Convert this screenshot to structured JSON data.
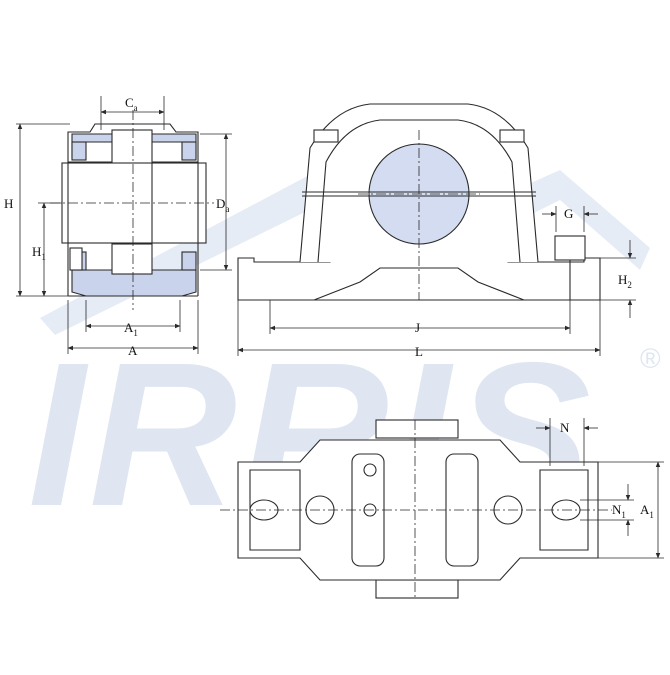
{
  "watermark": {
    "text": "IRRIS",
    "mark": "®",
    "color": "#dfe6f1"
  },
  "colors": {
    "line": "#2a2a2a",
    "housing": "#ffffff",
    "bearing_fill": "#c9d3ec",
    "shaft_fill": "#ffffff",
    "ball_fill": "#d3dcf0"
  },
  "dimensions": {
    "Ca": {
      "main": "C",
      "sub": "a"
    },
    "Da": {
      "main": "D",
      "sub": "a"
    },
    "H": {
      "main": "H",
      "sub": ""
    },
    "H1": {
      "main": "H",
      "sub": "1"
    },
    "A1_side": {
      "main": "A",
      "sub": "1"
    },
    "A": {
      "main": "A",
      "sub": ""
    },
    "G": {
      "main": "G",
      "sub": ""
    },
    "H2": {
      "main": "H",
      "sub": "2"
    },
    "J": {
      "main": "J",
      "sub": ""
    },
    "L": {
      "main": "L",
      "sub": ""
    },
    "N": {
      "main": "N",
      "sub": ""
    },
    "N1": {
      "main": "N",
      "sub": "1"
    },
    "A1_top": {
      "main": "A",
      "sub": "1"
    }
  }
}
